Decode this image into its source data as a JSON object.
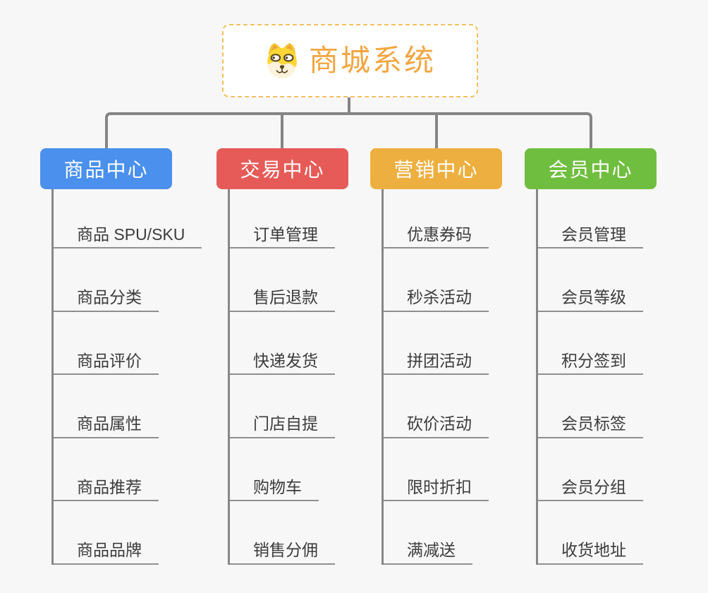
{
  "root": {
    "title": "商城系统"
  },
  "branches": [
    {
      "label": "商品中心",
      "color": "#4A90EC",
      "items": [
        "商品 SPU/SKU",
        "商品分类",
        "商品评价",
        "商品属性",
        "商品推荐",
        "商品品牌"
      ]
    },
    {
      "label": "交易中心",
      "color": "#E65B58",
      "items": [
        "订单管理",
        "售后退款",
        "快递发货",
        "门店自提",
        "购物车",
        "销售分佣"
      ]
    },
    {
      "label": "营销中心",
      "color": "#EDAF3F",
      "items": [
        "优惠券码",
        "秒杀活动",
        "拼团活动",
        "砍价活动",
        "限时折扣",
        "满减送"
      ]
    },
    {
      "label": "会员中心",
      "color": "#70BE40",
      "items": [
        "会员管理",
        "会员等级",
        "积分签到",
        "会员标签",
        "会员分组",
        "收货地址"
      ]
    }
  ],
  "icons": {
    "root_icon": "dog-face-icon"
  },
  "colors": {
    "background": "#F7F7F7",
    "connector": "#858585",
    "spine": "#878787",
    "underline": "#8F8F8F",
    "item_text": "#3C3C3C",
    "root_text": "#F2A640",
    "root_border": "#F2C063"
  }
}
